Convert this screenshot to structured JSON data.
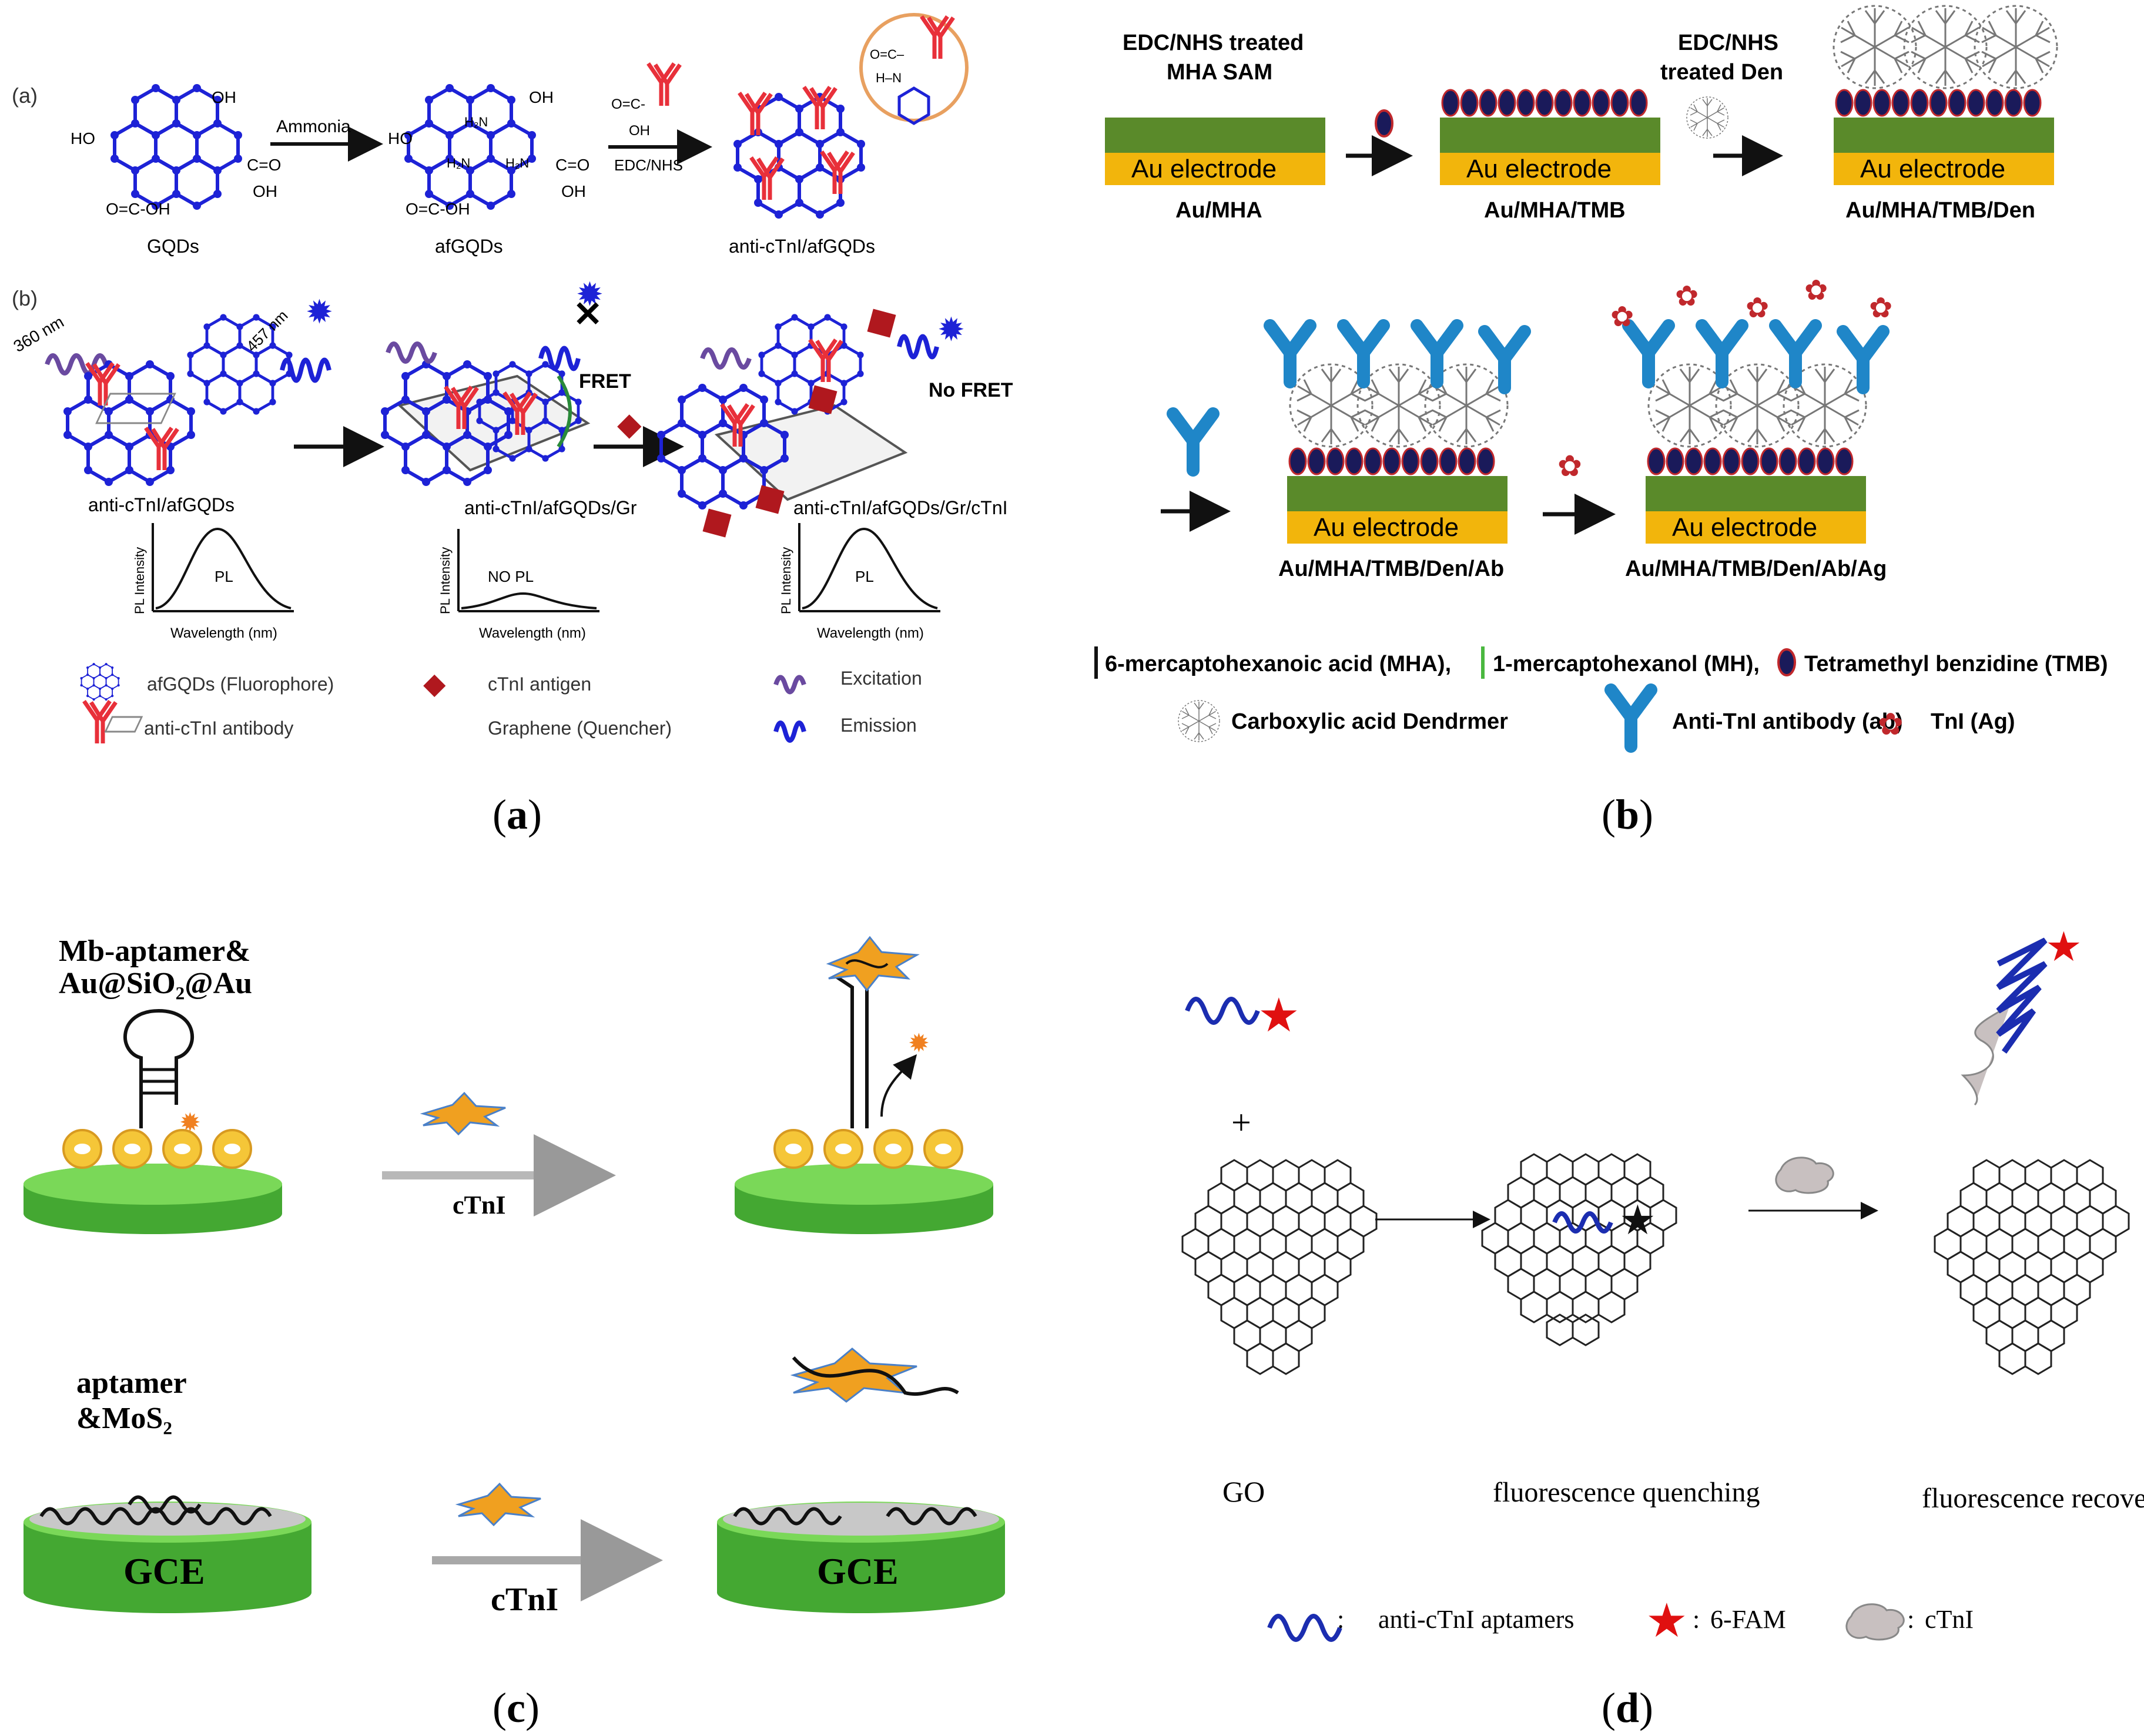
{
  "panel_a": {
    "part_a_tag": "(a)",
    "part_b_tag": "(b)",
    "gqds": "GQDs",
    "afgqds": "afGQDs",
    "anti_afgqds": "anti-cTnI/afGQDs",
    "ammonia": "Ammonia",
    "edc_nhs": "EDC/NHS",
    "oh": "OH",
    "ho": "HO",
    "cooh": "O=C-OH",
    "c_o": "C=O",
    "nh2": "H₂N",
    "wl_360": "360 nm",
    "wl_457": "457 nm",
    "fret": "FRET",
    "no_fret": "No FRET",
    "label1": "anti-cTnI/afGQDs",
    "label2": "anti-cTnI/afGQDs/Gr",
    "label3": "anti-cTnI/afGQDs/Gr/cTnI",
    "pl": "PL",
    "no_pl": "NO PL",
    "pl_intensity": "PL Intensity",
    "wavelength": "Wavelength (nm)",
    "legend": {
      "afgqds": "afGQDs (Fluorophore)",
      "antibody": "anti-cTnI antibody",
      "antigen": "cTnI antigen",
      "graphene": "Graphene (Quencher)",
      "excitation": "Excitation",
      "emission": "Emission"
    }
  },
  "panel_b": {
    "edc_mha": "EDC/NHS treated MHA SAM",
    "edc_den": "EDC/NHS treated Den",
    "electrode": "Au electrode",
    "s1": "Au/MHA",
    "s2": "Au/MHA/TMB",
    "s3": "Au/MHA/TMB/Den",
    "s4": "Au/MHA/TMB/Den/Ab",
    "s5": "Au/MHA/TMB/Den/Ab/Ag",
    "legend": {
      "mha": "6-mercaptohexanoic acid (MHA),",
      "mh": "1-mercaptohexanol (MH),",
      "tmb": "Tetramethyl benzidine (TMB)",
      "den": "Carboxylic acid Dendrmer",
      "ab": "Anti-TnI antibody (ab)",
      "ag": "TnI (Ag)"
    }
  },
  "panel_c": {
    "title1": "Mb-aptamer&",
    "title2": "Au@SiO₂@Au",
    "title3": "aptamer",
    "title4": "&MoS₂",
    "ctni": "cTnI",
    "gce": "GCE"
  },
  "panel_d": {
    "go": "GO",
    "quench": "fluorescence quenching",
    "recovery": "fluorescence recovery",
    "plus": "+",
    "legend": {
      "aptamers": "anti-cTnI aptamers",
      "fam": "6-FAM",
      "ctni": "cTnI"
    },
    "colors": {
      "aptamer": "#1b2db0",
      "fam": "#e01010",
      "ctni": "#c8c0c0"
    }
  },
  "captions": {
    "a": "a",
    "b": "b",
    "c": "c",
    "d": "d"
  }
}
